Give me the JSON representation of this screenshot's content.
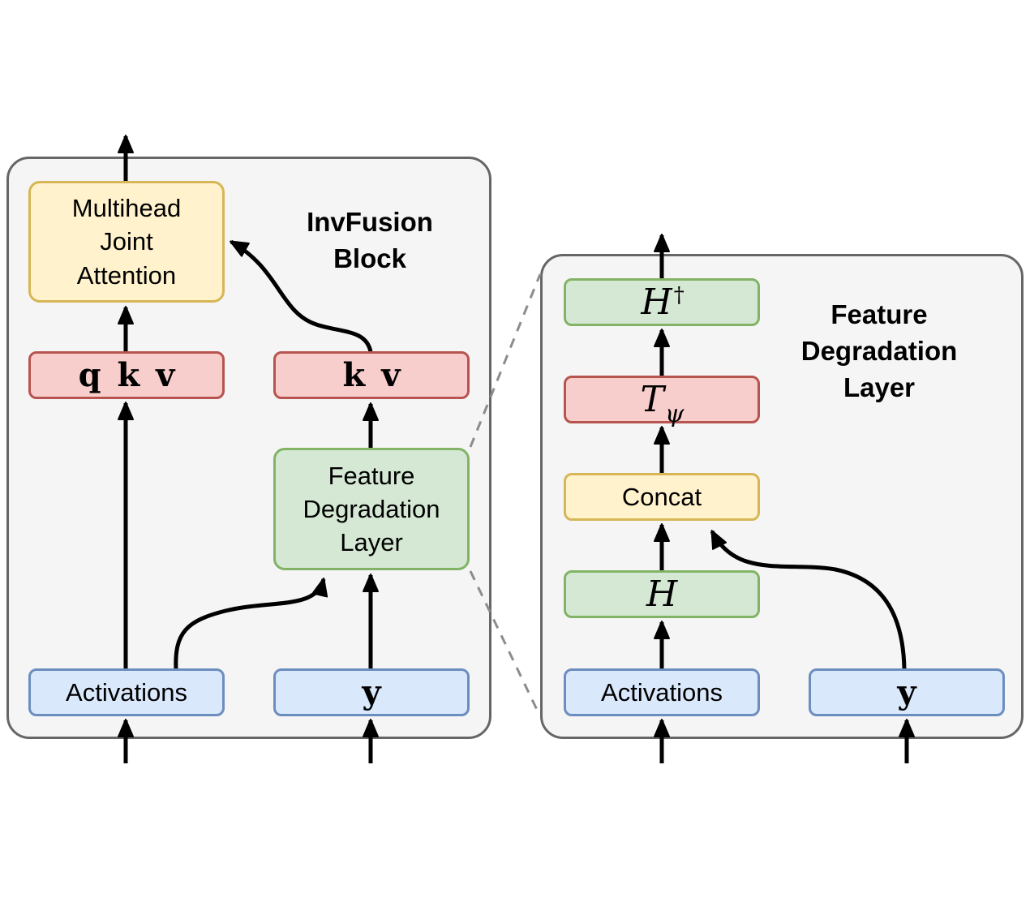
{
  "palette": {
    "background": "#FFFFFF",
    "panel_fill": "#F5F5F5",
    "panel_border": "#666666",
    "yellow_fill": "#FFF2CC",
    "yellow_border": "#D6B656",
    "red_fill": "#F8CECC",
    "red_border": "#B85450",
    "green_fill": "#D5E8D4",
    "green_border": "#82B366",
    "blue_fill": "#DAE8FC",
    "blue_border": "#6C8EBF",
    "arrow_color": "#000000",
    "dashed_connector_color": "#8C8C8C"
  },
  "left_panel": {
    "title": "InvFusion\nBlock",
    "boxes": {
      "multihead_joint_attention": "Multihead\nJoint\nAttention",
      "qkv": "q k v",
      "kv": "k v",
      "feature_degradation_layer": "Feature\nDegradation\nLayer",
      "activations": "Activations",
      "y": "y"
    }
  },
  "right_panel": {
    "title": "Feature\nDegradation\nLayer",
    "boxes": {
      "h_pseudoinverse": {
        "base": "H",
        "sup": "†"
      },
      "t_psi": {
        "base": "T",
        "sub": "ψ"
      },
      "concat": "Concat",
      "h": "H",
      "activations": "Activations",
      "y": "y"
    }
  }
}
